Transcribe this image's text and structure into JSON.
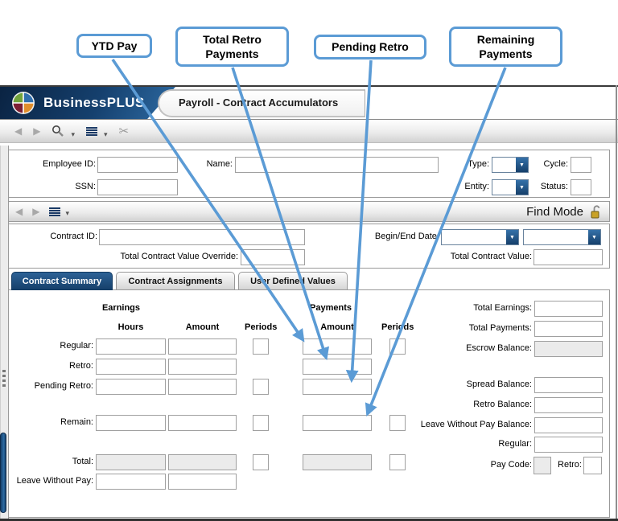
{
  "colors": {
    "accent_blue": "#5b9bd5",
    "navy_dark": "#16406b",
    "navy": "#2d6296",
    "header_gradient_start": "#0a2342",
    "header_gradient_end": "#2e6ba3"
  },
  "icons": {
    "back": "◀",
    "forward": "▶",
    "caret_down_small": "▾",
    "dropdown_arrow": "▼",
    "scissors": "✂"
  },
  "callouts": {
    "ytd_pay": "YTD Pay",
    "total_retro_payments": "Total Retro Payments",
    "pending_retro": "Pending Retro",
    "remaining_payments": "Remaining Payments"
  },
  "header": {
    "brand": "BusinessPLUS",
    "page_title": "Payroll - Contract Accumulators"
  },
  "find_mode_label": "Find Mode",
  "employee_panel": {
    "employee_id_label": "Employee ID:",
    "name_label": "Name:",
    "type_label": "Type:",
    "cycle_label": "Cycle:",
    "ssn_label": "SSN:",
    "entity_label": "Entity:",
    "status_label": "Status:",
    "employee_id_value": "",
    "name_value": "",
    "type_value": "",
    "cycle_value": "",
    "ssn_value": "",
    "entity_value": "",
    "status_value": ""
  },
  "contract_panel": {
    "contract_id_label": "Contract ID:",
    "begin_end_date_label": "Begin/End Date:",
    "total_contract_value_override_label": "Total Contract Value Override:",
    "total_contract_value_label": "Total Contract Value:",
    "contract_id_value": "",
    "begin_date_value": "",
    "end_date_value": "",
    "override_value": "",
    "total_contract_value": ""
  },
  "tabs": [
    {
      "label": "Contract Summary",
      "active": true
    },
    {
      "label": "Contract Assignments",
      "active": false
    },
    {
      "label": "User Defined Values",
      "active": false
    }
  ],
  "summary": {
    "earnings_header": "Earnings",
    "payments_header": "Payments",
    "columns": {
      "hours": "Hours",
      "amount": "Amount",
      "periods": "Periods",
      "payments_amount": "Amount",
      "payments_periods": "Periods"
    },
    "row_labels": {
      "regular": "Regular:",
      "retro": "Retro:",
      "pending_retro": "Pending Retro:",
      "remain": "Remain:",
      "total": "Total:",
      "leave_without_pay": "Leave Without Pay:"
    },
    "right_labels": {
      "total_earnings": "Total Earnings:",
      "total_payments": "Total Payments:",
      "escrow_balance": "Escrow Balance:",
      "spread_balance": "Spread Balance:",
      "retro_balance": "Retro Balance:",
      "leave_without_pay_balance": "Leave Without Pay Balance:",
      "regular": "Regular:",
      "pay_code": "Pay Code:",
      "retro": "Retro:"
    },
    "field_values": {
      "all_visible_fields": ""
    }
  }
}
